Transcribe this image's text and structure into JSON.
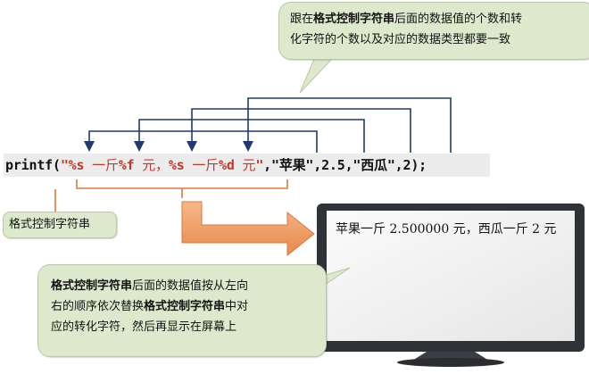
{
  "top_note": {
    "part1": "跟在",
    "bold1": "格式控制字符串",
    "part2": "后面的数据值的个数和转",
    "line2": "化字符的个数以及对应的数据类型都要一致"
  },
  "code": {
    "func": "printf(",
    "open_quote": "\"",
    "fmt1": "%s",
    "fmt1_tail": " 一斤",
    "fmt2": "%f",
    "fmt2_tail": " 元，",
    "fmt3": "%s",
    "fmt3_tail": " 一斤",
    "fmt4": "%d",
    "fmt4_tail": " 元",
    "close_quote": "\"",
    "args": ",\"苹果\",2.5,\"西瓜\",2);"
  },
  "label_note": {
    "text": "格式控制字符串"
  },
  "bottom_note": {
    "bold1": "格式控制字符串",
    "part1": "后面的数据值按从左向",
    "part2": "右的顺序依次替换",
    "bold2": "格式控制字符串",
    "part3": "中对",
    "line3": "应的转化字符，然后再显示在屏幕上"
  },
  "screen": {
    "output": "苹果一斤 2.500000 元，西瓜一斤 2 元"
  },
  "colors": {
    "note_fill": "#dde9cd",
    "connector": "#1f3a6e",
    "bracket": "#e07a3c",
    "arrow": "#f0a06a",
    "code_highlight": "#c0392b"
  }
}
